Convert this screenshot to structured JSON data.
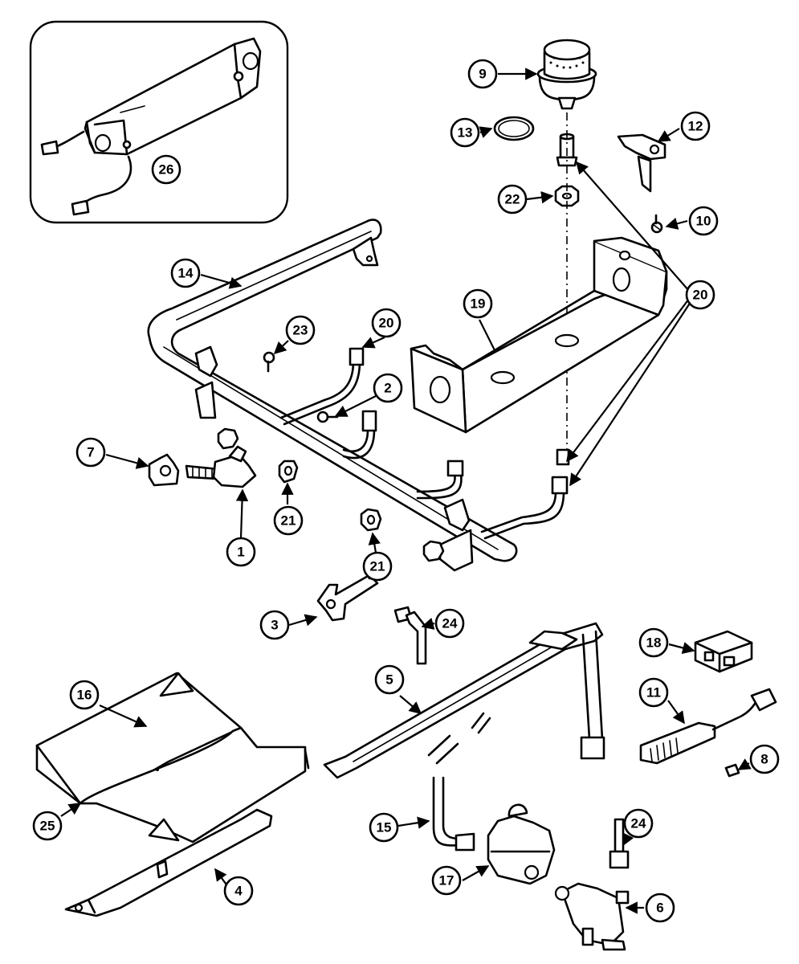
{
  "callouts": [
    {
      "id": "c9",
      "label": "9"
    },
    {
      "id": "c13",
      "label": "13"
    },
    {
      "id": "c12",
      "label": "12"
    },
    {
      "id": "c22",
      "label": "22"
    },
    {
      "id": "c10",
      "label": "10"
    },
    {
      "id": "c14",
      "label": "14"
    },
    {
      "id": "c19",
      "label": "19"
    },
    {
      "id": "c20a",
      "label": "20"
    },
    {
      "id": "c23",
      "label": "23"
    },
    {
      "id": "c20b",
      "label": "20"
    },
    {
      "id": "c2",
      "label": "2"
    },
    {
      "id": "c7",
      "label": "7"
    },
    {
      "id": "c21a",
      "label": "21"
    },
    {
      "id": "c1",
      "label": "1"
    },
    {
      "id": "c21b",
      "label": "21"
    },
    {
      "id": "c3",
      "label": "3"
    },
    {
      "id": "c24a",
      "label": "24"
    },
    {
      "id": "c18",
      "label": "18"
    },
    {
      "id": "c16",
      "label": "16"
    },
    {
      "id": "c5",
      "label": "5"
    },
    {
      "id": "c11",
      "label": "11"
    },
    {
      "id": "c8",
      "label": "8"
    },
    {
      "id": "c25",
      "label": "25"
    },
    {
      "id": "c15",
      "label": "15"
    },
    {
      "id": "c24b",
      "label": "24"
    },
    {
      "id": "c17",
      "label": "17"
    },
    {
      "id": "c4",
      "label": "4"
    },
    {
      "id": "c6",
      "label": "6"
    },
    {
      "id": "c26",
      "label": "26"
    }
  ]
}
